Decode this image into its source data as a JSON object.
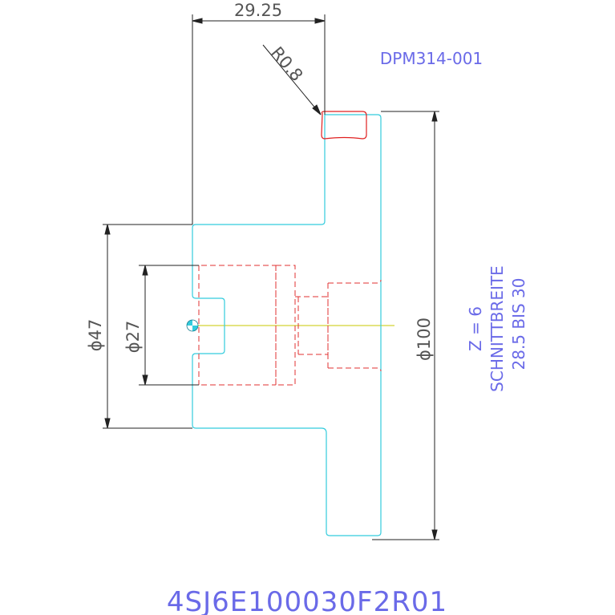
{
  "drawing": {
    "dim_top": "29.25",
    "dim_radius": "R0.8",
    "part_ref": "DPM314-001",
    "dim_d47": "ϕ47",
    "dim_d27": "ϕ27",
    "dim_d100": "ϕ100",
    "note_z": "Z  =  6",
    "note_schnitt": "SCHNITTBREITE",
    "note_range": "28.5  BIS  30",
    "part_number": "4SJ6E100030F2R01"
  },
  "colors": {
    "background": "#ffffff",
    "outline": "#33ccdd",
    "hidden": "#e03030",
    "dimension": "#222222",
    "dimension_text": "#555555",
    "note_text": "#6a6ae8",
    "centerline": "#c8c800",
    "highlight": "#e02020"
  }
}
